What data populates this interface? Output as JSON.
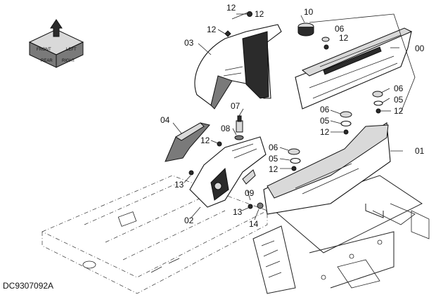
{
  "diagram": {
    "code": "DC9307092A",
    "direction_labels": [
      "FRONT",
      "LEFT",
      "REAR",
      "RIGHT"
    ],
    "callouts": {
      "c00": "00",
      "c01": "01",
      "c02": "02",
      "c03": "03",
      "c04": "04",
      "c05a": "05",
      "c05b": "05",
      "c05c": "05",
      "c06a": "06",
      "c06b": "06",
      "c06c": "06",
      "c06d": "06",
      "c07": "07",
      "c08": "08",
      "c09": "09",
      "c10": "10",
      "c12a": "12",
      "c12b": "12",
      "c12c": "12",
      "c12d": "12",
      "c12e": "12",
      "c12f": "12",
      "c12g": "12",
      "c13a": "13",
      "c13b": "13",
      "c14": "14"
    }
  }
}
